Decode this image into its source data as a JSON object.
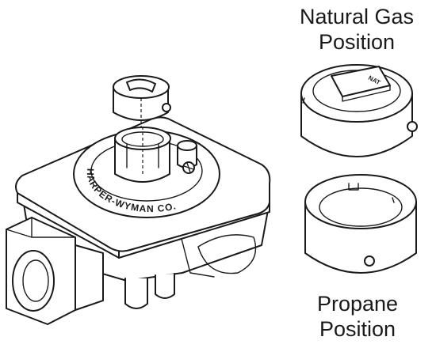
{
  "labels": {
    "natural_gas_line1": "Natural Gas",
    "natural_gas_line2": "Position",
    "propane_line1": "Propane",
    "propane_line2": "Position"
  },
  "engravings": {
    "manufacturer": "HARPER-WYMAN CO.",
    "cap_marking": "NAT"
  }
}
